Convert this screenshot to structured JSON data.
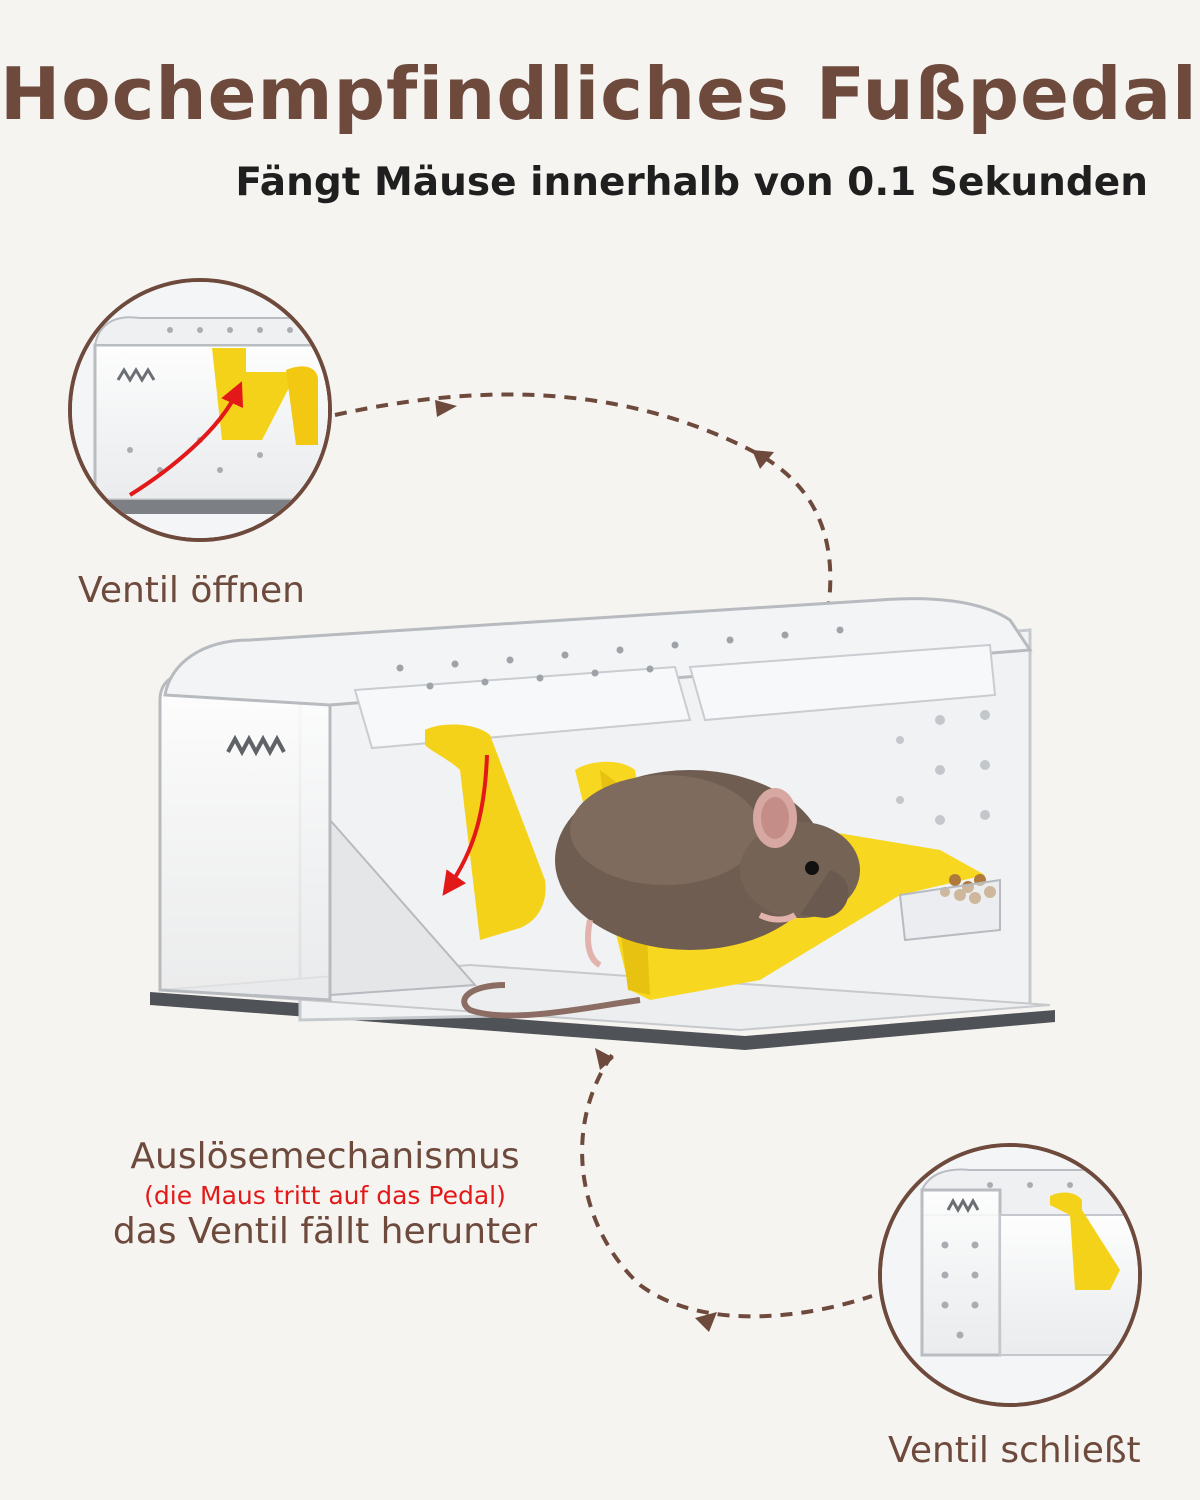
{
  "header": {
    "title": "Hochempfindliches Fußpedal",
    "subtitle": "Fängt Mäuse innerhalb von 0.1 Sekunden"
  },
  "callouts": {
    "valve_open": "Ventil öffnen",
    "valve_close": "Ventil schließt"
  },
  "mechanism": {
    "title": "Auslösemechanismus",
    "note": "(die Maus tritt auf das Pedal)",
    "result": "das Ventil fällt herunter"
  },
  "colors": {
    "brand_brown": "#6e4a3d",
    "pedal_yellow": "#f5d21a",
    "accent_red": "#e31919"
  }
}
